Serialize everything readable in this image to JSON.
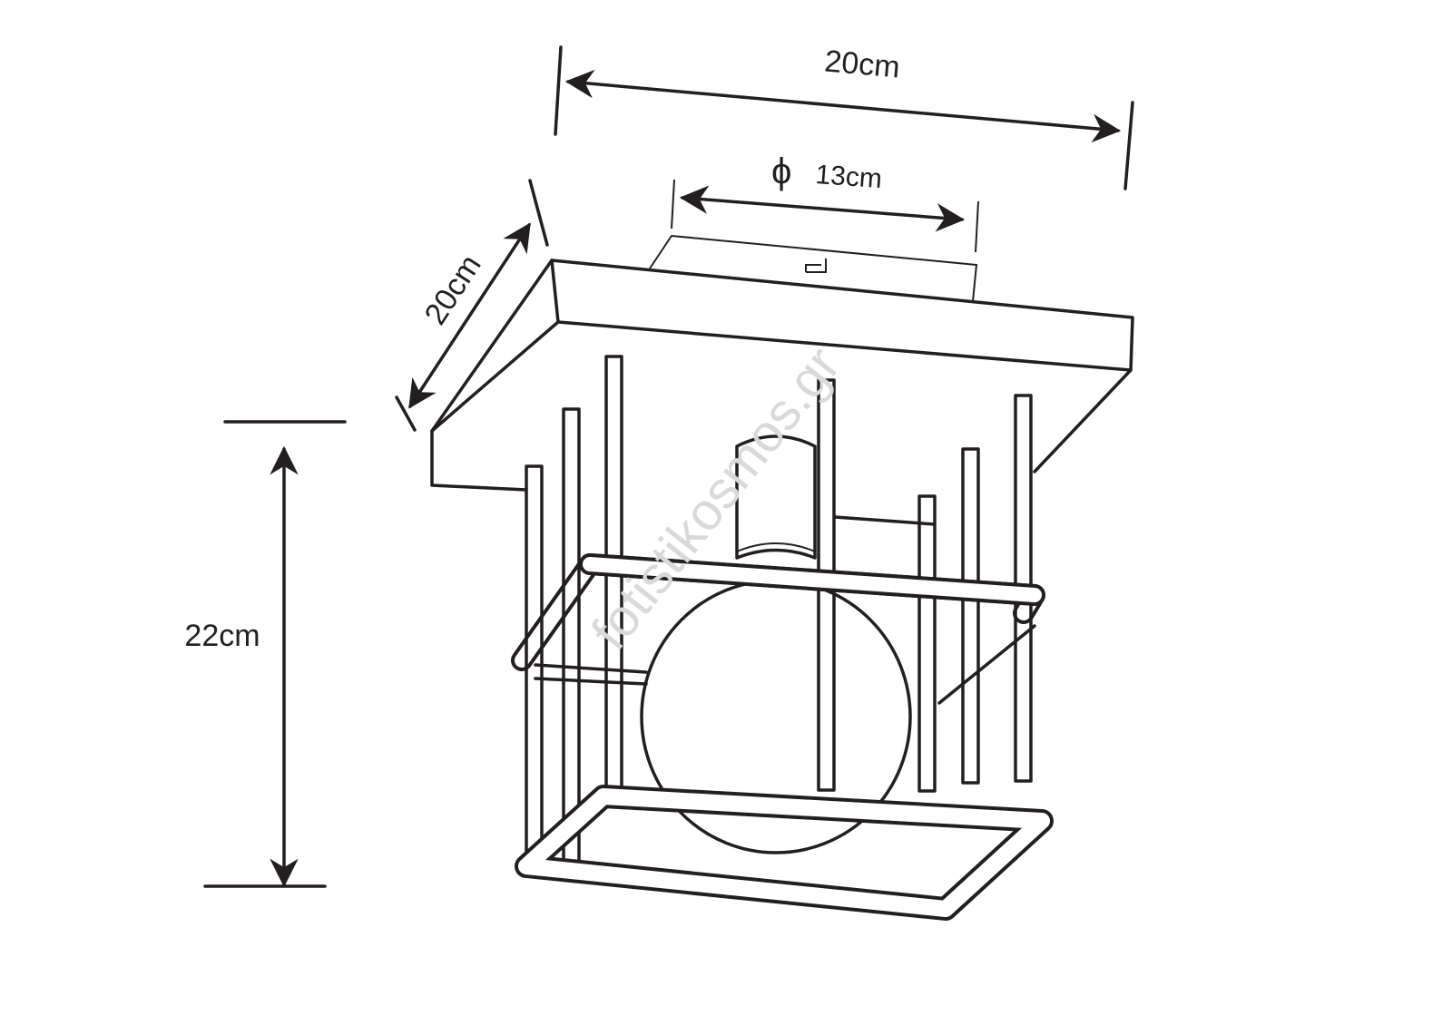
{
  "dimensions": {
    "width_top": "20cm",
    "canopy_diameter_symbol": "ϕ",
    "canopy_diameter": "13cm",
    "depth": "20cm",
    "height": "22cm"
  },
  "watermark": "fotistikosmos.gr",
  "colors": {
    "line": "#231f20",
    "background": "#ffffff",
    "watermark": "#d9d9d9"
  }
}
